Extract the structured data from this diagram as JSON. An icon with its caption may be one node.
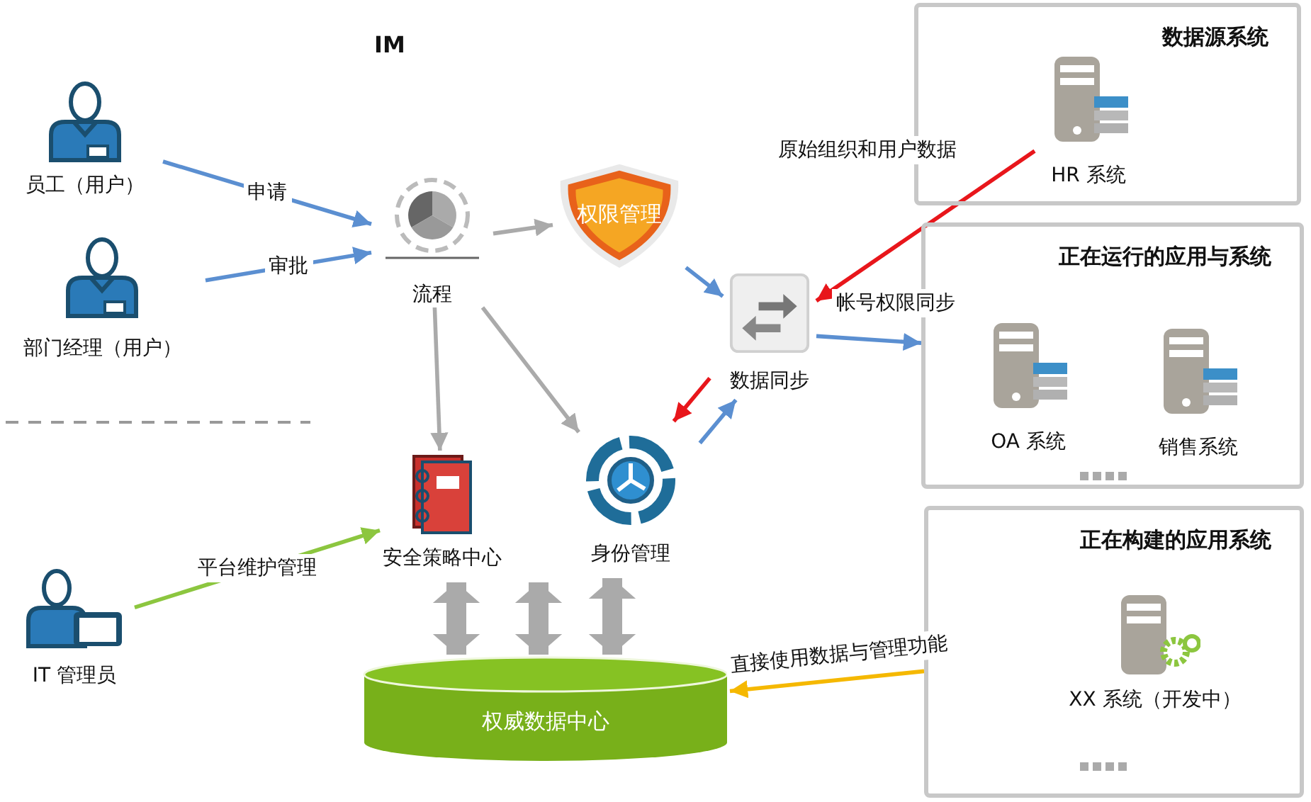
{
  "diagram": {
    "title": "IM",
    "nodes": [
      {
        "text": [
          "员工（用户）"
        ]
      },
      {
        "text": [
          "部门经理（用户）"
        ]
      },
      {
        "text": [
          "流程"
        ]
      },
      {
        "text": [
          "权限管理"
        ]
      },
      {
        "text": [
          "数据同步"
        ]
      },
      {
        "text": [
          "安全策略中心"
        ]
      },
      {
        "text": [
          "身份管理"
        ]
      },
      {
        "text": [
          "IT 管理员"
        ]
      },
      {
        "text": [
          "权威数据中心"
        ]
      },
      {
        "text": [
          "数据源系统"
        ]
      },
      {
        "text": [
          "HR 系统"
        ],
        "in": 9
      },
      {
        "text": [
          "正在运行的应用与系统"
        ]
      },
      {
        "text": [
          "OA 系统"
        ],
        "in": 11
      },
      {
        "text": [
          "销售系统"
        ],
        "in": 11
      },
      {
        "text": [
          "正在构建的应用系统"
        ]
      },
      {
        "text": [
          "XX 系统（开发中）"
        ],
        "in": 14
      }
    ],
    "edges": [
      {
        "from": 0,
        "to": 2,
        "arrow": "to",
        "label": "申请"
      },
      {
        "from": 1,
        "to": 2,
        "arrow": "to",
        "label": "审批"
      },
      {
        "from": 2,
        "to": 3,
        "arrow": "to",
        "color": "#aaaaaa"
      },
      {
        "from": 2,
        "to": 5,
        "arrow": "to",
        "color": "#aaaaaa"
      },
      {
        "from": 2,
        "to": 6,
        "arrow": "to",
        "color": "#aaaaaa"
      },
      {
        "from": 3,
        "to": 4,
        "arrow": "to"
      },
      {
        "from": 10,
        "to": 4,
        "arrow": "to",
        "label": "原始组织和用户数据",
        "color": "#e8161b"
      },
      {
        "from": 4,
        "to": 11,
        "arrow": "to",
        "label": "帐号权限同步"
      },
      {
        "from": 4,
        "to": 6,
        "arrow": "to",
        "color": "#e8161b"
      },
      {
        "from": 6,
        "to": 4,
        "arrow": "to"
      },
      {
        "from": 7,
        "to": 5,
        "arrow": "to",
        "label": "平台维护管理",
        "color": "#8cc63f"
      },
      {
        "from": 5,
        "to": 8,
        "arrow": "both",
        "style": "thick",
        "color": "#aaaaaa"
      },
      {
        "from": 5,
        "to": 8,
        "arrow": "both",
        "style": "thick",
        "color": "#aaaaaa"
      },
      {
        "from": 6,
        "to": 8,
        "arrow": "both",
        "style": "thick",
        "color": "#aaaaaa"
      },
      {
        "from": 14,
        "to": 8,
        "arrow": "to",
        "label": "直接使用数据与管理功能",
        "color": "#f5b800"
      }
    ]
  }
}
